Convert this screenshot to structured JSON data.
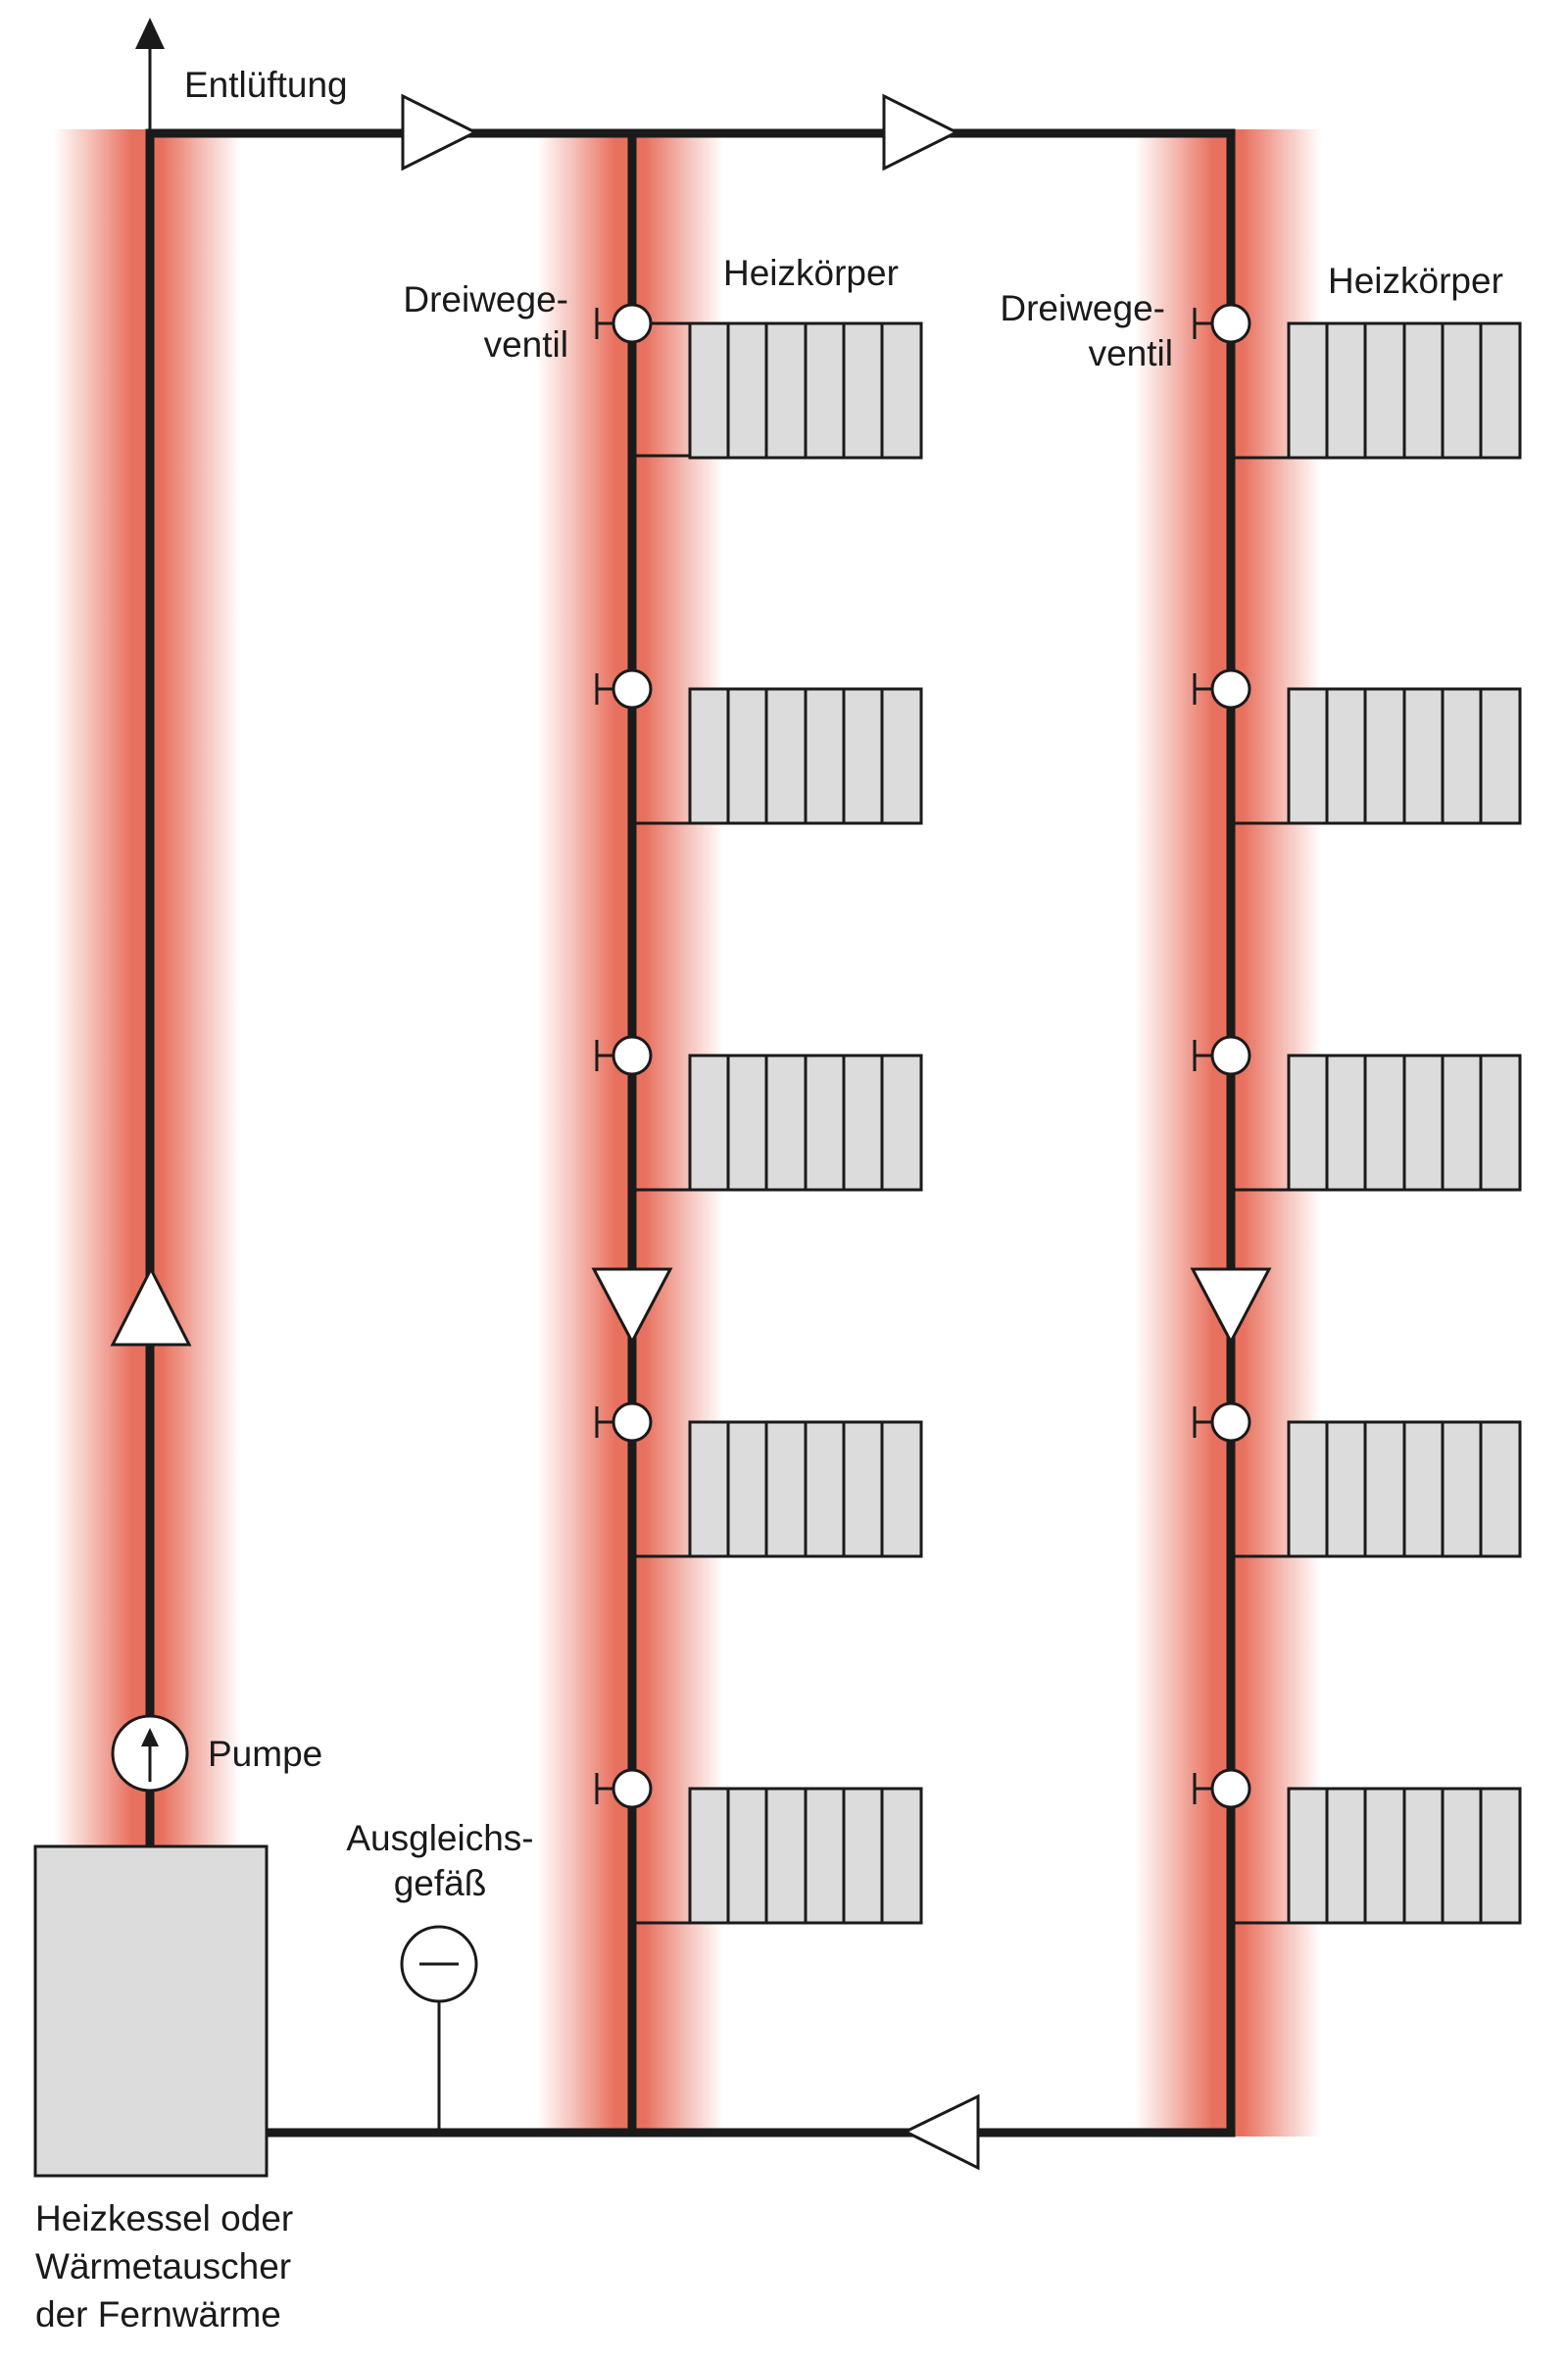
{
  "labels": {
    "vent": "Entlüftung",
    "valve_left_line1": "Dreiwege-",
    "valve_left_line2": "ventil",
    "radiator_left": "Heizkörper",
    "valve_right_line1": "Dreiwege-",
    "valve_right_line2": "ventil",
    "radiator_right": "Heizkörper",
    "pump": "Pumpe",
    "expansion_line1": "Ausgleichs-",
    "expansion_line2": "gefäß",
    "boiler_line1": "Heizkessel oder",
    "boiler_line2": "Wärmetauscher",
    "boiler_line3": "der Fernwärme"
  },
  "colors": {
    "pipe": "#1a1a1a",
    "heat_glow": "#e8705e",
    "radiator_fill": "#dcdcdc",
    "boiler_fill": "#dcdcdc"
  },
  "icons": {
    "flow_arrow": "hollow-triangle-arrow",
    "valve": "three-way-valve-circle",
    "pump": "pump-circle-arrow",
    "expansion_vessel": "expansion-vessel-circle",
    "vent": "vent-arrow-up"
  }
}
